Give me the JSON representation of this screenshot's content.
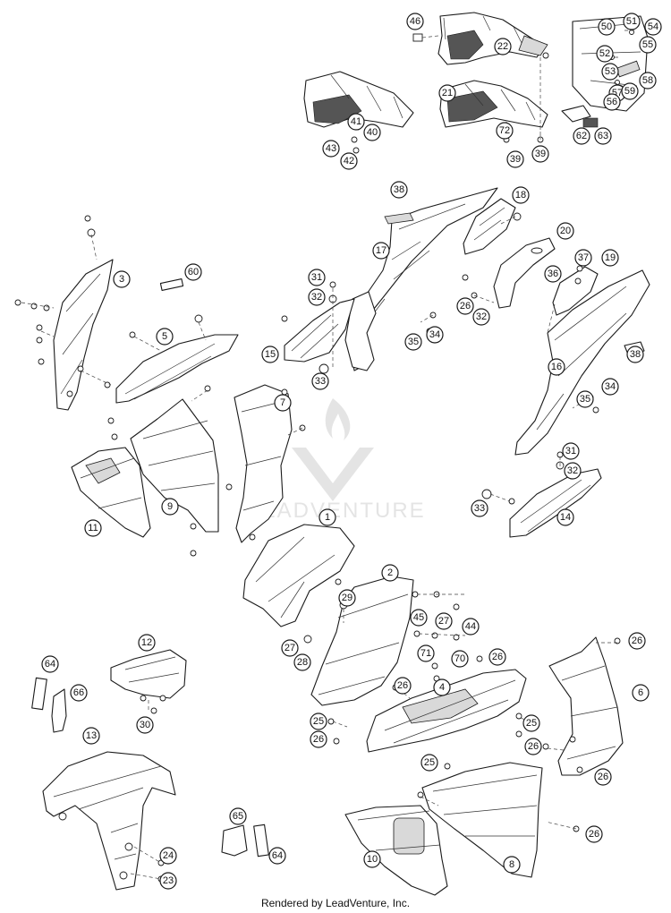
{
  "footer": "Rendered by LeadVenture, Inc.",
  "watermark": "LEADVENTURE",
  "callouts": [
    {
      "label": "46"
    },
    {
      "label": "22"
    },
    {
      "label": "50"
    },
    {
      "label": "51"
    },
    {
      "label": "54"
    },
    {
      "label": "55"
    },
    {
      "label": "52"
    },
    {
      "label": "53"
    },
    {
      "label": "58"
    },
    {
      "label": "57"
    },
    {
      "label": "59"
    },
    {
      "label": "56"
    },
    {
      "label": "21"
    },
    {
      "label": "41"
    },
    {
      "label": "40"
    },
    {
      "label": "43"
    },
    {
      "label": "42"
    },
    {
      "label": "72"
    },
    {
      "label": "39"
    },
    {
      "label": "39"
    },
    {
      "label": "62"
    },
    {
      "label": "63"
    },
    {
      "label": "38"
    },
    {
      "label": "18"
    },
    {
      "label": "17"
    },
    {
      "label": "20"
    },
    {
      "label": "3"
    },
    {
      "label": "60"
    },
    {
      "label": "31"
    },
    {
      "label": "32"
    },
    {
      "label": "37"
    },
    {
      "label": "19"
    },
    {
      "label": "36"
    },
    {
      "label": "26"
    },
    {
      "label": "32"
    },
    {
      "label": "5"
    },
    {
      "label": "15"
    },
    {
      "label": "35"
    },
    {
      "label": "34"
    },
    {
      "label": "33"
    },
    {
      "label": "16"
    },
    {
      "label": "38"
    },
    {
      "label": "7"
    },
    {
      "label": "35"
    },
    {
      "label": "34"
    },
    {
      "label": "31"
    },
    {
      "label": "32"
    },
    {
      "label": "11"
    },
    {
      "label": "9"
    },
    {
      "label": "1"
    },
    {
      "label": "33"
    },
    {
      "label": "14"
    },
    {
      "label": "2"
    },
    {
      "label": "29"
    },
    {
      "label": "45"
    },
    {
      "label": "27"
    },
    {
      "label": "44"
    },
    {
      "label": "27"
    },
    {
      "label": "28"
    },
    {
      "label": "71"
    },
    {
      "label": "70"
    },
    {
      "label": "26"
    },
    {
      "label": "26"
    },
    {
      "label": "12"
    },
    {
      "label": "64"
    },
    {
      "label": "66"
    },
    {
      "label": "4"
    },
    {
      "label": "26"
    },
    {
      "label": "6"
    },
    {
      "label": "30"
    },
    {
      "label": "25"
    },
    {
      "label": "25"
    },
    {
      "label": "26"
    },
    {
      "label": "26"
    },
    {
      "label": "13"
    },
    {
      "label": "25"
    },
    {
      "label": "26"
    },
    {
      "label": "65"
    },
    {
      "label": "64"
    },
    {
      "label": "10"
    },
    {
      "label": "8"
    },
    {
      "label": "26"
    },
    {
      "label": "24"
    },
    {
      "label": "23"
    }
  ]
}
